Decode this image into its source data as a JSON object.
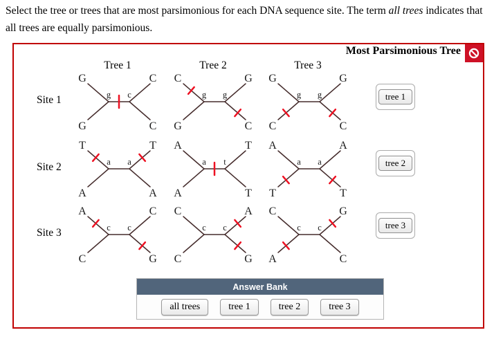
{
  "instructions": {
    "prefix": "Select the tree or trees that are most parsimonious for each DNA sequence site. The term ",
    "italic_term": "all trees",
    "suffix": " indicates that all trees are equally parsimonious."
  },
  "panel": {
    "header": "Most Parsimonious Tree",
    "status_icon": "prohibition-icon"
  },
  "tree_headers": [
    "Tree 1",
    "Tree 2",
    "Tree 3"
  ],
  "sites": [
    {
      "label": "Site 1",
      "answer": "tree 1",
      "trees": [
        {
          "tl": "G",
          "bl": "G",
          "tr": "C",
          "br": "C",
          "left": "g",
          "right": "c",
          "marks": [
            "center"
          ]
        },
        {
          "tl": "C",
          "bl": "G",
          "tr": "G",
          "br": "C",
          "left": "g",
          "right": "g",
          "marks": [
            "tl",
            "br"
          ]
        },
        {
          "tl": "G",
          "bl": "C",
          "tr": "G",
          "br": "C",
          "left": "g",
          "right": "g",
          "marks": [
            "bl",
            "br"
          ]
        }
      ]
    },
    {
      "label": "Site 2",
      "answer": "tree 2",
      "trees": [
        {
          "tl": "T",
          "bl": "A",
          "tr": "T",
          "br": "A",
          "left": "a",
          "right": "a",
          "marks": [
            "tl",
            "tr"
          ]
        },
        {
          "tl": "A",
          "bl": "A",
          "tr": "T",
          "br": "T",
          "left": "a",
          "right": "t",
          "marks": [
            "center"
          ]
        },
        {
          "tl": "A",
          "bl": "T",
          "tr": "A",
          "br": "T",
          "left": "a",
          "right": "a",
          "marks": [
            "bl",
            "br"
          ]
        }
      ]
    },
    {
      "label": "Site 3",
      "answer": "tree 3",
      "trees": [
        {
          "tl": "A",
          "bl": "C",
          "tr": "C",
          "br": "G",
          "left": "c",
          "right": "c",
          "marks": [
            "tl",
            "br"
          ]
        },
        {
          "tl": "C",
          "bl": "C",
          "tr": "A",
          "br": "G",
          "left": "c",
          "right": "c",
          "marks": [
            "tr",
            "br"
          ]
        },
        {
          "tl": "C",
          "bl": "A",
          "tr": "G",
          "br": "C",
          "left": "c",
          "right": "c",
          "marks": [
            "bl",
            "tr"
          ]
        }
      ]
    }
  ],
  "answer_bank": {
    "title": "Answer Bank",
    "items": [
      "all trees",
      "tree 1",
      "tree 2",
      "tree 3"
    ]
  },
  "colors": {
    "panel_border": "#c00000",
    "icon_bg": "#ce1126",
    "branch": "#452c2c",
    "mark": "#ee1122",
    "letter": "#1b1b1b",
    "bank_header_bg": "#51657b"
  }
}
